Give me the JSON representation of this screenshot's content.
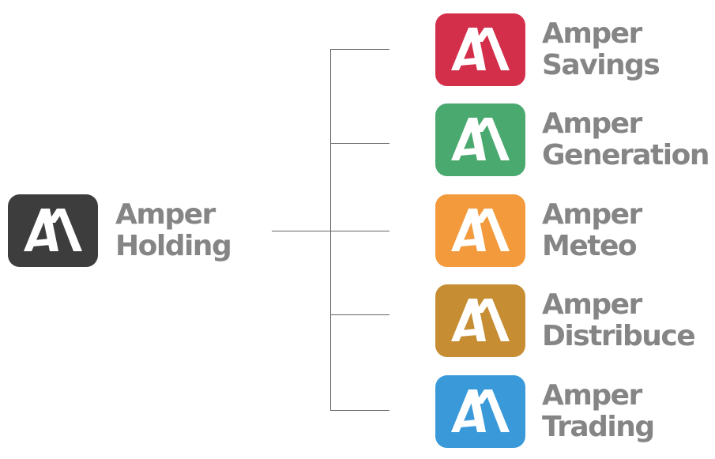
{
  "parent": {
    "line1": "Amper",
    "line2": "Holding",
    "color": "#3d3d3d"
  },
  "subsidiaries": [
    {
      "line1": "Amper",
      "line2": "Savings",
      "color": "#d42f4a"
    },
    {
      "line1": "Amper",
      "line2": "Generation",
      "color": "#4aa96f"
    },
    {
      "line1": "Amper",
      "line2": "Meteo",
      "color": "#f39a3c"
    },
    {
      "line1": "Amper",
      "line2": "Distribuce",
      "color": "#c68d32"
    },
    {
      "line1": "Amper",
      "line2": "Trading",
      "color": "#3a9ad9"
    }
  ],
  "text_color": "#858585",
  "line_color": "#666666",
  "icon": "amper-am-logo-icon"
}
